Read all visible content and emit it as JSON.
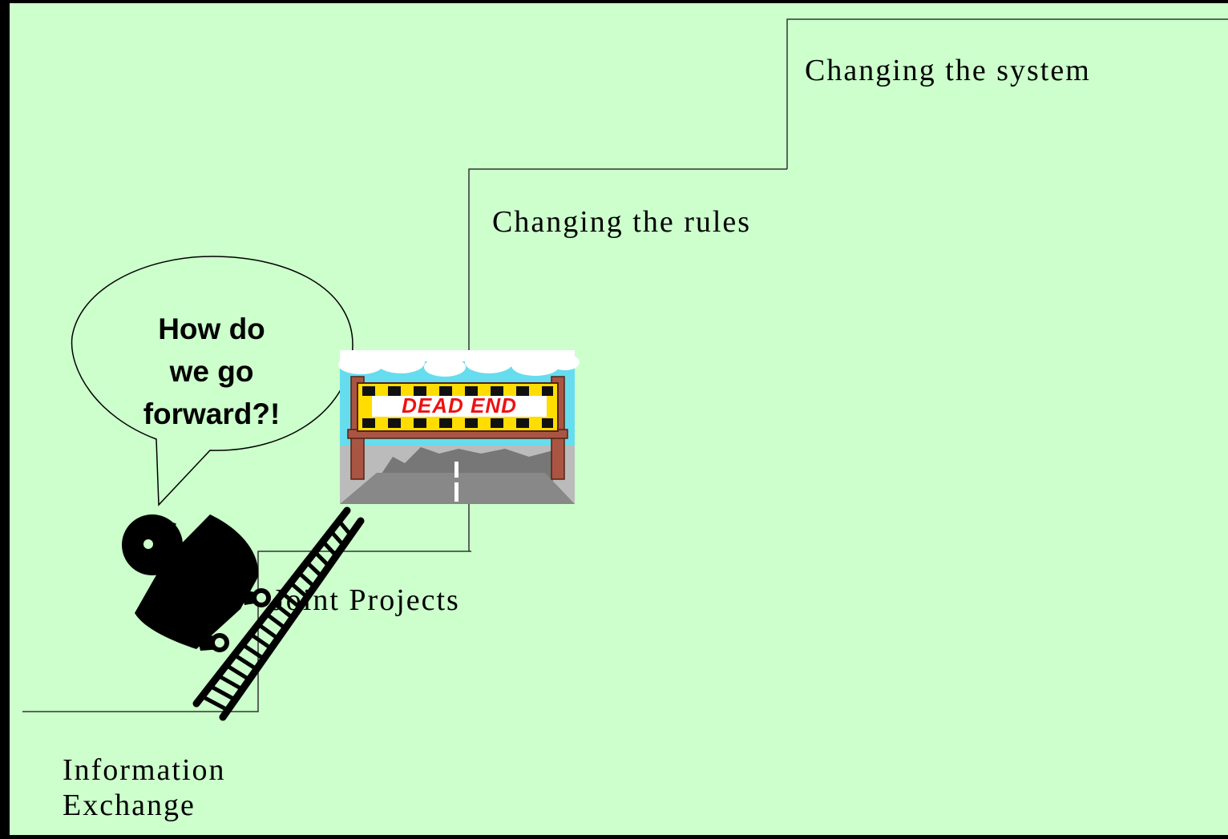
{
  "colors": {
    "background": "#ccffcc",
    "frame": "#000000",
    "stair_line": "#333333",
    "sky": "#66ddee",
    "road": "#888888",
    "sign_yellow": "#ffdd00",
    "sign_text": "#ee1111",
    "post": "#aa5544"
  },
  "steps": [
    {
      "label": "Information\nExchange"
    },
    {
      "label": "Joint Projects"
    },
    {
      "label": "Changing the rules"
    },
    {
      "label": "Changing the system"
    }
  ],
  "speech_bubble": {
    "lines": [
      "How do",
      "we go",
      "forward?!"
    ]
  },
  "sign": {
    "text": "DEAD END"
  },
  "icons": [
    "person-icon",
    "ladder-icon",
    "dead-end-sign-icon",
    "speech-bubble-icon"
  ]
}
